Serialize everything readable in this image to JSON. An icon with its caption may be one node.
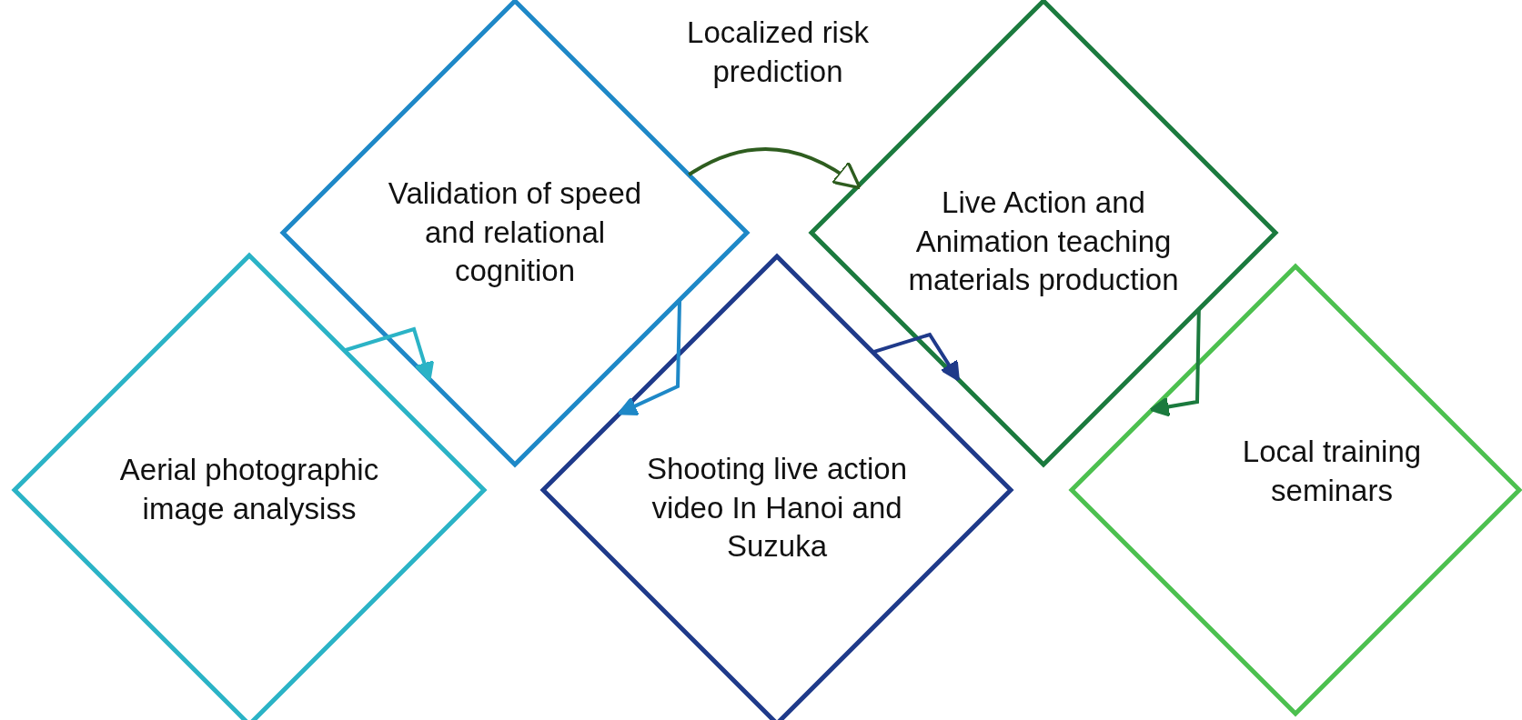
{
  "diagram": {
    "nodes": [
      {
        "text": [
          "Aerial photographic image analysiss"
        ]
      },
      {
        "text": [
          "Validation of speed and relational cognition"
        ]
      },
      {
        "text": [
          "Shooting live action video In Hanoi and Suzuka"
        ]
      },
      {
        "text": [
          "Live Action and Animation teaching materials production"
        ]
      },
      {
        "text": [
          "Local training seminars"
        ]
      }
    ],
    "edges": [
      {
        "from": 0,
        "to": 1,
        "arrow": "to",
        "color": "#2bb3c6"
      },
      {
        "from": 1,
        "to": 2,
        "arrow": "to",
        "color": "#1e88c7"
      },
      {
        "from": 2,
        "to": 3,
        "arrow": "to",
        "color": "#1f3a8a"
      },
      {
        "from": 3,
        "to": 4,
        "arrow": "to",
        "color": "#1b7a3e"
      },
      {
        "from": 1,
        "to": 3,
        "arrow": "to",
        "label": "Localized risk prediction",
        "color": "#2e5d1f"
      }
    ]
  }
}
